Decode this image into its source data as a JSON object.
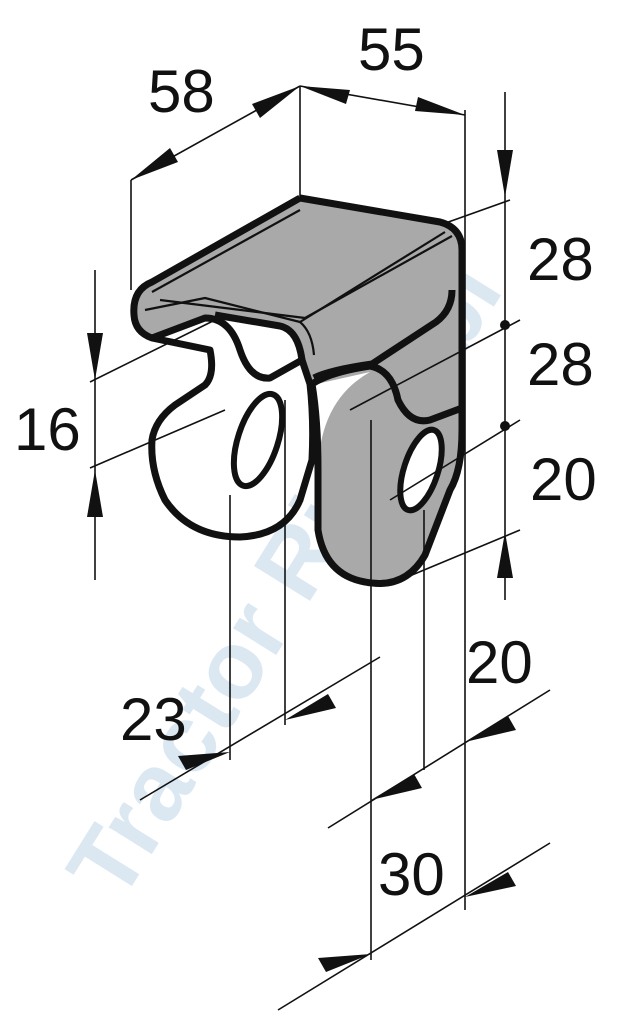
{
  "watermark": {
    "text": "Tractor Ricambi",
    "color": "#cfe1ee"
  },
  "colors": {
    "part_fill": "#a9a9a9",
    "part_shade": "#939393",
    "line": "#111111",
    "background": "#ffffff"
  },
  "dimensions": {
    "d58": "58",
    "d55": "55",
    "d16": "16",
    "d28_top": "28",
    "d28_mid": "28",
    "d20_right": "20",
    "d23": "23",
    "d20_bottom": "20",
    "d30": "30"
  }
}
